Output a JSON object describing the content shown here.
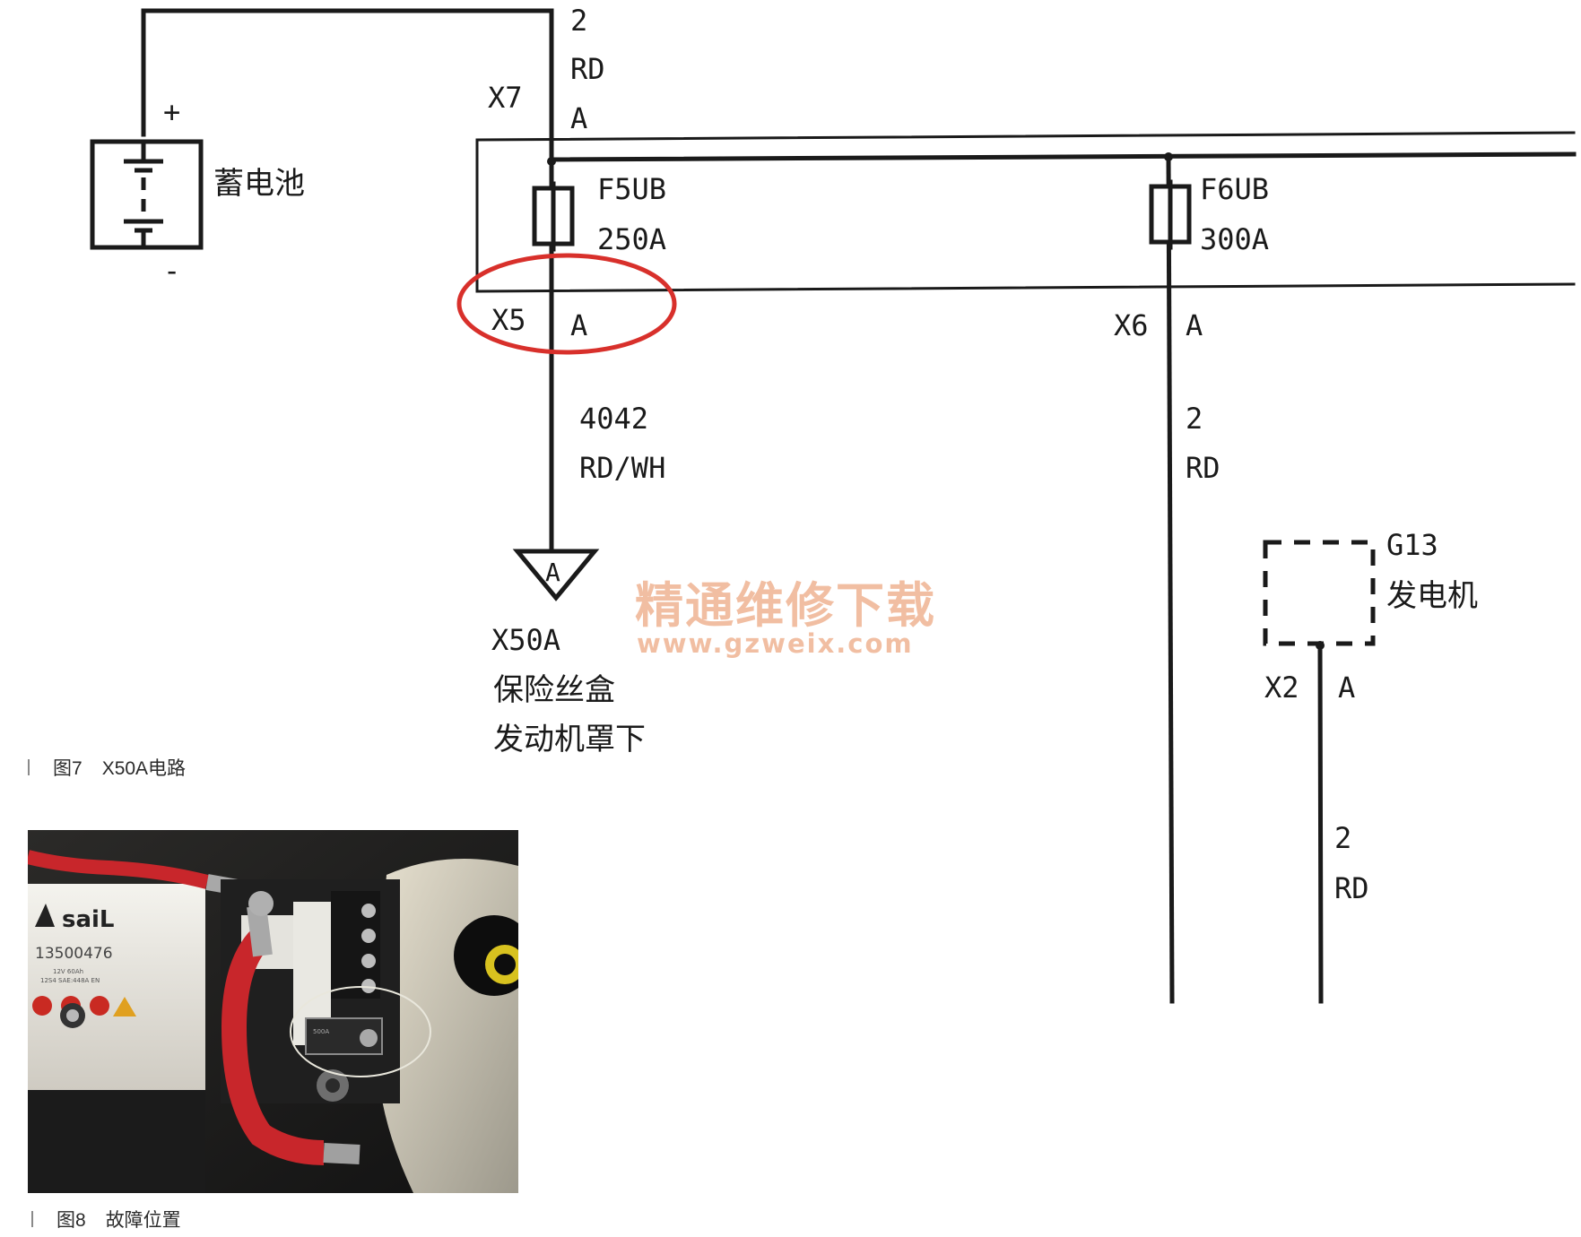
{
  "diagram": {
    "battery": {
      "label": "蓄电池",
      "plus": "+",
      "minus": "-"
    },
    "wire_top": {
      "gauge": "2",
      "color": "RD"
    },
    "x7": {
      "connector": "X7",
      "pin": "A"
    },
    "f5ub": {
      "name": "F5UB",
      "rating": "250A"
    },
    "f6ub": {
      "name": "F6UB",
      "rating": "300A"
    },
    "x5": {
      "connector": "X5",
      "pin": "A"
    },
    "x6": {
      "connector": "X6",
      "pin": "A"
    },
    "wire_x5": {
      "gauge": "4042",
      "color": "RD/WH"
    },
    "wire_x6": {
      "gauge": "2",
      "color": "RD"
    },
    "x50a": {
      "pin": "A",
      "id": "X50A",
      "desc1": "保险丝盒",
      "desc2": "发动机罩下"
    },
    "g13": {
      "id": "G13",
      "desc": "发电机"
    },
    "x2": {
      "connector": "X2",
      "pin": "A"
    },
    "wire_x2": {
      "gauge": "2",
      "color": "RD"
    },
    "highlight_color": "#d8302b"
  },
  "watermark": {
    "title": "精通维修下载",
    "url": "www.gzweix.com"
  },
  "figure7": {
    "num": "图7",
    "title": "X50A电路"
  },
  "figure8": {
    "num": "图8",
    "title": "故障位置"
  },
  "photo": {
    "brand": "saiL",
    "part_number": "13500476",
    "spec1": "12V 60Ah",
    "spec2": "12S4 SAE:448A EN",
    "fuse_label": "500A"
  }
}
